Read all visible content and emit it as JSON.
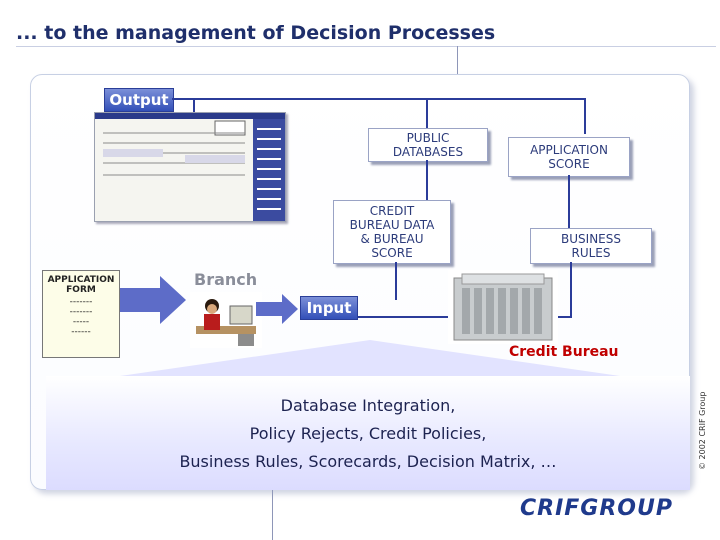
{
  "title": "... to the management of Decision Processes",
  "labels": {
    "output": "Output",
    "branch": "Branch",
    "input": "Input",
    "credit_bureau": "Credit Bureau"
  },
  "boxes": {
    "public_databases": "PUBLIC\nDATABASES",
    "application_score": "APPLICATION\nSCORE",
    "credit_bureau_data": "CREDIT\nBUREAU DATA\n& BUREAU\nSCORE",
    "business_rules": "BUSINESS\nRULES"
  },
  "application_form": {
    "title": "APPLICATION\nFORM",
    "lines": "-------\n-------\n-----\n------"
  },
  "bottom_lines": [
    "Database Integration,",
    "Policy Rejects, Credit Policies,",
    "Business Rules, Scorecards, Decision Matrix, …"
  ],
  "copyright": "© 2002 CRIF Group",
  "logo": "CRIFGROUP",
  "colors": {
    "title": "#1f2f6b",
    "label_bg": "#3350b8",
    "connector": "#2b3c9a",
    "credit_bureau_text": "#c00000"
  }
}
